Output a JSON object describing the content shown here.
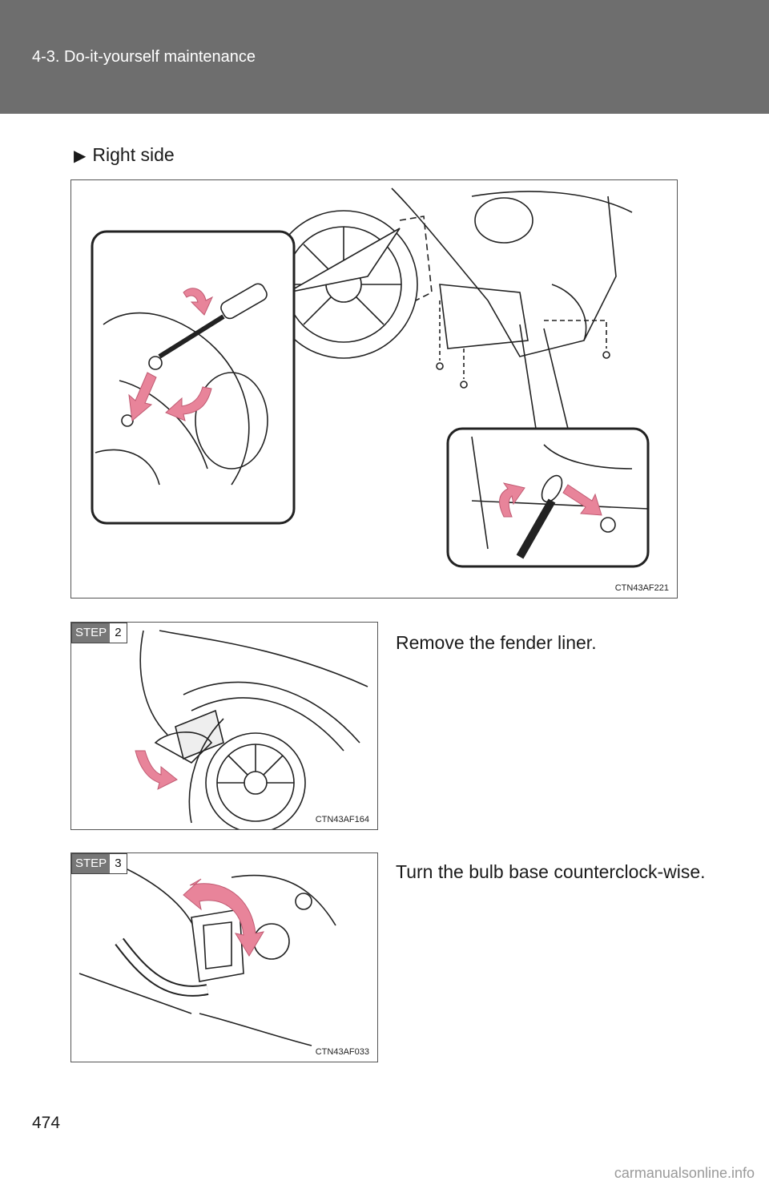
{
  "header": {
    "section": "4-3. Do-it-yourself maintenance"
  },
  "section_title": {
    "marker": "▶",
    "text": "Right side"
  },
  "figures": [
    {
      "code": "CTN43AF221"
    },
    {
      "code": "CTN43AF164"
    },
    {
      "code": "CTN43AF033"
    }
  ],
  "steps": [
    {
      "label": "STEP",
      "number": "2",
      "instruction": "Remove the fender liner."
    },
    {
      "label": "STEP",
      "number": "3",
      "instruction": "Turn the bulb base counterclock-wise."
    }
  ],
  "page_number": "474",
  "watermark": "carmanualsonline.info",
  "colors": {
    "header_bg": "#6e6e6e",
    "arrow_pink": "#e8849a"
  }
}
